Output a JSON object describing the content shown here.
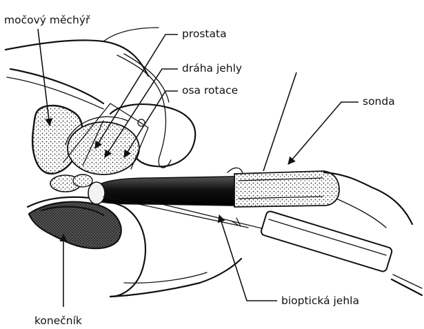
{
  "labels": {
    "bladder": "močový měchýř",
    "prostate": "prostata",
    "needle_path": "dráha jehly",
    "rotation_axis": "osa rotace",
    "probe": "sonda",
    "rectum": "konečník",
    "biopsy_needle": "bioptická jehla"
  },
  "colors": {
    "ink": "#111111",
    "paper": "#ffffff",
    "stipple": "#2a2a2a"
  }
}
